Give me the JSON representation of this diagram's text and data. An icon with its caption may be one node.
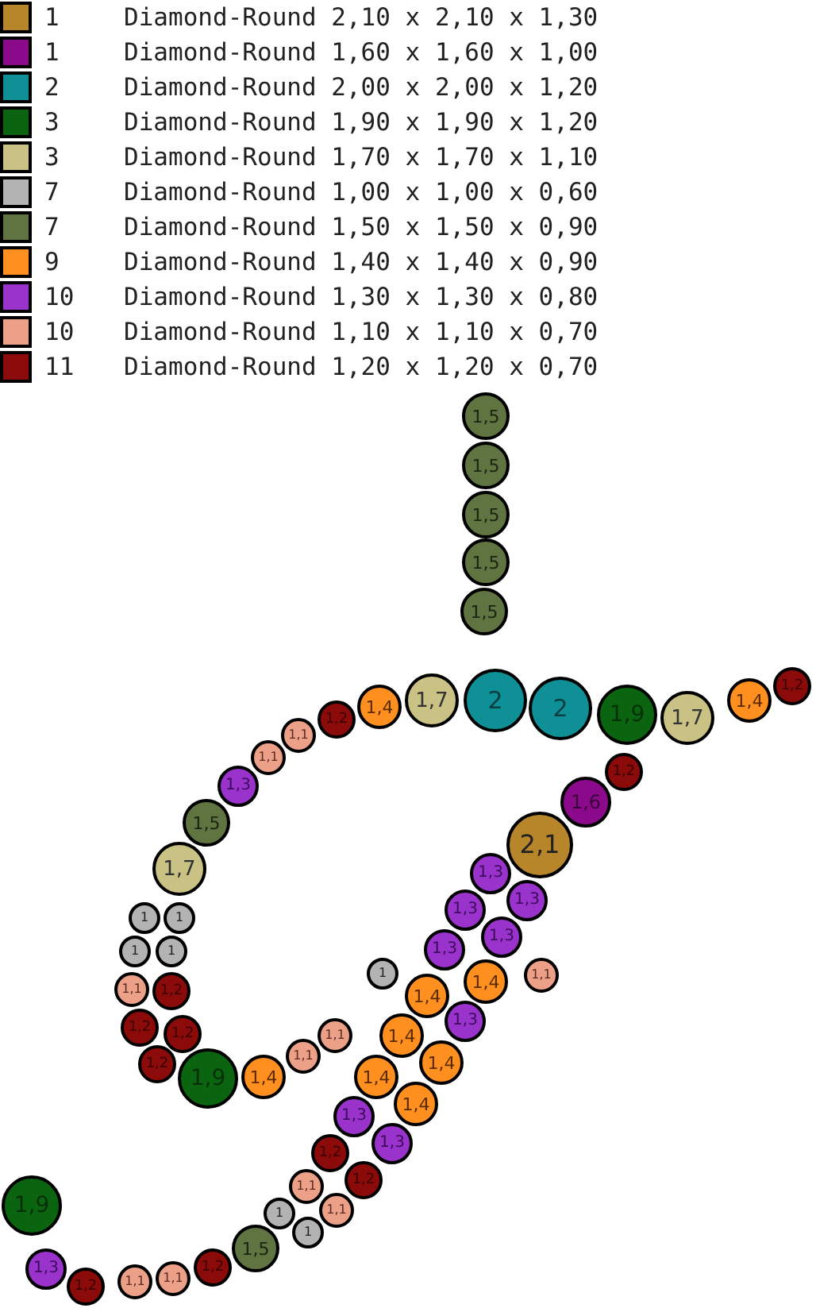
{
  "diagram": {
    "nodes": [
      {
        "text": [
          "1,5"
        ]
      },
      {
        "text": [
          "1,5"
        ]
      },
      {
        "text": [
          "1,5"
        ]
      },
      {
        "text": [
          "1,5"
        ]
      },
      {
        "text": [
          "1,5"
        ]
      },
      {
        "text": [
          "1,2"
        ]
      },
      {
        "text": [
          "1,4"
        ]
      },
      {
        "text": [
          "1,7"
        ]
      },
      {
        "text": [
          "2"
        ]
      },
      {
        "text": [
          "1,4"
        ]
      },
      {
        "text": [
          "2"
        ]
      },
      {
        "text": [
          "1,9"
        ]
      },
      {
        "text": [
          "1,7"
        ]
      },
      {
        "text": [
          "1,2"
        ]
      },
      {
        "text": [
          "1,1"
        ]
      },
      {
        "text": [
          "1,1"
        ]
      },
      {
        "text": [
          "1,2"
        ]
      },
      {
        "text": [
          "1,3"
        ]
      },
      {
        "text": [
          "1,6"
        ]
      },
      {
        "text": [
          "1,5"
        ]
      },
      {
        "text": [
          "2,1"
        ]
      },
      {
        "text": [
          "1,7"
        ]
      },
      {
        "text": [
          "1,3"
        ]
      },
      {
        "text": [
          "1,3"
        ]
      },
      {
        "text": [
          "1,3"
        ]
      },
      {
        "text": [
          "1"
        ]
      },
      {
        "text": [
          "1"
        ]
      },
      {
        "text": [
          "1,3"
        ]
      },
      {
        "text": [
          "1,3"
        ]
      },
      {
        "text": [
          "1"
        ]
      },
      {
        "text": [
          "1"
        ]
      },
      {
        "text": [
          "1"
        ]
      },
      {
        "text": [
          "1,1"
        ]
      },
      {
        "text": [
          "1,4"
        ]
      },
      {
        "text": [
          "1,1"
        ]
      },
      {
        "text": [
          "1,2"
        ]
      },
      {
        "text": [
          "1,4"
        ]
      },
      {
        "text": [
          "1,3"
        ]
      },
      {
        "text": [
          "1,2"
        ]
      },
      {
        "text": [
          "1,2"
        ]
      },
      {
        "text": [
          "1,1"
        ]
      },
      {
        "text": [
          "1,4"
        ]
      },
      {
        "text": [
          "1,1"
        ]
      },
      {
        "text": [
          "1,4"
        ]
      },
      {
        "text": [
          "1,2"
        ]
      },
      {
        "text": [
          "1,4"
        ]
      },
      {
        "text": [
          "1,4"
        ]
      },
      {
        "text": [
          "1,9"
        ]
      },
      {
        "text": [
          "1,4"
        ]
      },
      {
        "text": [
          "1,3"
        ]
      },
      {
        "text": [
          "1,3"
        ]
      },
      {
        "text": [
          "1,2"
        ]
      },
      {
        "text": [
          "1,2"
        ]
      },
      {
        "text": [
          "1,1"
        ]
      },
      {
        "text": [
          "1,9"
        ]
      },
      {
        "text": [
          "1,1"
        ]
      },
      {
        "text": [
          "1"
        ]
      },
      {
        "text": [
          "1"
        ]
      },
      {
        "text": [
          "1,5"
        ]
      },
      {
        "text": [
          "1,2"
        ]
      },
      {
        "text": [
          "1,3"
        ]
      },
      {
        "text": [
          "1,1"
        ]
      },
      {
        "text": [
          "1,1"
        ]
      },
      {
        "text": [
          "1,2"
        ]
      }
    ],
    "legend": [
      {
        "text": "1 Diamond-Round 2,10 x 2,10 x 1,30",
        "color": "#b8862a"
      },
      {
        "text": "1 Diamond-Round 1,60 x 1,60 x 1,00",
        "color": "#8b0a8b"
      },
      {
        "text": "2 Diamond-Round 2,00 x 2,00 x 1,20",
        "color": "#0f8f96"
      },
      {
        "text": "3 Diamond-Round 1,90 x 1,90 x 1,20",
        "color": "#0a6410"
      },
      {
        "text": "3 Diamond-Round 1,70 x 1,70 x 1,10",
        "color": "#c9c284"
      },
      {
        "text": "7 Diamond-Round 1,00 x 1,00 x 0,60",
        "color": "#b3b3b3"
      },
      {
        "text": "7 Diamond-Round 1,50 x 1,50 x 0,90",
        "color": "#5f7440"
      },
      {
        "text": "9 Diamond-Round 1,40 x 1,40 x 0,90",
        "color": "#ff9020"
      },
      {
        "text": "10 Diamond-Round 1,30 x 1,30 x 0,80",
        "color": "#9933cc"
      },
      {
        "text": "10 Diamond-Round 1,10 x 1,10 x 0,70",
        "color": "#eda088"
      },
      {
        "text": "11 Diamond-Round 1,20 x 1,20 x 0,70",
        "color": "#8b0a0a"
      }
    ]
  }
}
